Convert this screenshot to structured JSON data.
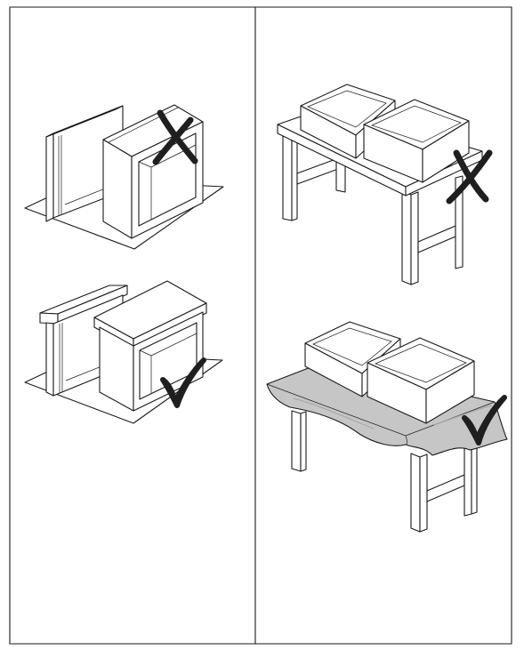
{
  "colors": {
    "line": "#1a1a1a",
    "paper": "#ffffff",
    "cloth": "#c6c6c6",
    "cloth_shadow": "#a9a9a9",
    "mark": "#1f1f1f"
  },
  "panels": [
    {
      "id": "left",
      "scenes": [
        {
          "id": "cabinet-on-floor",
          "mark": "cross-icon",
          "meaning": "incorrect"
        },
        {
          "id": "cabinet-on-mat",
          "mark": "check-icon",
          "meaning": "correct"
        }
      ]
    },
    {
      "id": "right",
      "scenes": [
        {
          "id": "drawers-on-bare-table",
          "mark": "cross-icon",
          "meaning": "incorrect"
        },
        {
          "id": "drawers-on-covered-table",
          "mark": "check-icon",
          "meaning": "correct"
        }
      ]
    }
  ]
}
